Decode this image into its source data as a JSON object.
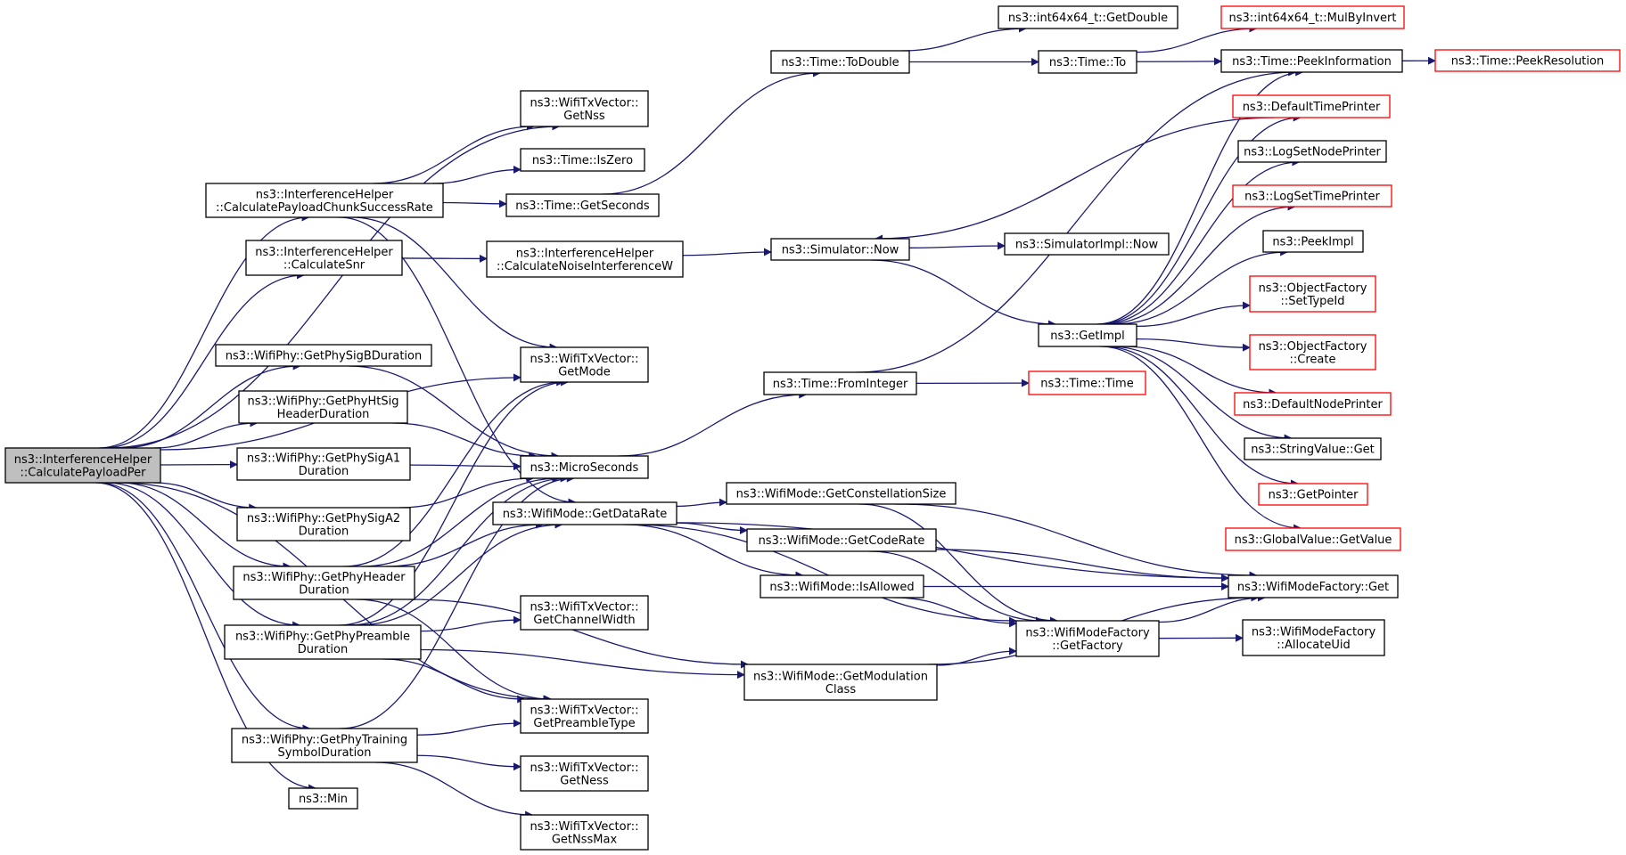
{
  "colors": {
    "edge": "#191970",
    "border_normal": "#000000",
    "border_truncated": "#ff0000",
    "root_fill": "#bfbfbf",
    "fill": "#ffffff"
  },
  "nodes": {
    "root": {
      "lines": [
        "ns3::InterferenceHelper",
        "::CalculatePayloadPer"
      ],
      "style": "root"
    },
    "calcChunk": {
      "lines": [
        "ns3::InterferenceHelper",
        "::CalculatePayloadChunkSuccessRate"
      ],
      "style": "normal"
    },
    "calcSnr": {
      "lines": [
        "ns3::InterferenceHelper",
        "::CalculateSnr"
      ],
      "style": "normal"
    },
    "sigB": {
      "lines": [
        "ns3::WifiPhy::GetPhySigBDuration"
      ],
      "style": "normal"
    },
    "htSig": {
      "lines": [
        "ns3::WifiPhy::GetPhyHtSig",
        "HeaderDuration"
      ],
      "style": "normal"
    },
    "sigA1": {
      "lines": [
        "ns3::WifiPhy::GetPhySigA1",
        "Duration"
      ],
      "style": "normal"
    },
    "sigA2": {
      "lines": [
        "ns3::WifiPhy::GetPhySigA2",
        "Duration"
      ],
      "style": "normal"
    },
    "hdr": {
      "lines": [
        "ns3::WifiPhy::GetPhyHeader",
        "Duration"
      ],
      "style": "normal"
    },
    "pre": {
      "lines": [
        "ns3::WifiPhy::GetPhyPreamble",
        "Duration"
      ],
      "style": "normal"
    },
    "train": {
      "lines": [
        "ns3::WifiPhy::GetPhyTraining",
        "SymbolDuration"
      ],
      "style": "normal"
    },
    "min": {
      "lines": [
        "ns3::Min"
      ],
      "style": "normal"
    },
    "nss": {
      "lines": [
        "ns3::WifiTxVector::",
        "GetNss"
      ],
      "style": "normal"
    },
    "isZero": {
      "lines": [
        "ns3::Time::IsZero"
      ],
      "style": "normal"
    },
    "getSec": {
      "lines": [
        "ns3::Time::GetSeconds"
      ],
      "style": "normal"
    },
    "noise": {
      "lines": [
        "ns3::InterferenceHelper",
        "::CalculateNoiseInterferenceW"
      ],
      "style": "normal"
    },
    "getMode": {
      "lines": [
        "ns3::WifiTxVector::",
        "GetMode"
      ],
      "style": "normal"
    },
    "micro": {
      "lines": [
        "ns3::MicroSeconds"
      ],
      "style": "normal"
    },
    "dataRate": {
      "lines": [
        "ns3::WifiMode::GetDataRate"
      ],
      "style": "normal"
    },
    "chWidth": {
      "lines": [
        "ns3::WifiTxVector::",
        "GetChannelWidth"
      ],
      "style": "normal"
    },
    "preType": {
      "lines": [
        "ns3::WifiTxVector::",
        "GetPreambleType"
      ],
      "style": "normal"
    },
    "ness": {
      "lines": [
        "ns3::WifiTxVector::",
        "GetNess"
      ],
      "style": "normal"
    },
    "nssMax": {
      "lines": [
        "ns3::WifiTxVector::",
        "GetNssMax"
      ],
      "style": "normal"
    },
    "toDouble": {
      "lines": [
        "ns3::Time::ToDouble"
      ],
      "style": "normal"
    },
    "now": {
      "lines": [
        "ns3::Simulator::Now"
      ],
      "style": "normal"
    },
    "fromInt": {
      "lines": [
        "ns3::Time::FromInteger"
      ],
      "style": "normal"
    },
    "constSize": {
      "lines": [
        "ns3::WifiMode::GetConstellationSize"
      ],
      "style": "normal"
    },
    "codeRate": {
      "lines": [
        "ns3::WifiMode::GetCodeRate"
      ],
      "style": "normal"
    },
    "isAllowed": {
      "lines": [
        "ns3::WifiMode::IsAllowed"
      ],
      "style": "normal"
    },
    "modClass": {
      "lines": [
        "ns3::WifiMode::GetModulation",
        "Class"
      ],
      "style": "normal"
    },
    "getDouble": {
      "lines": [
        "ns3::int64x64_t::GetDouble"
      ],
      "style": "normal"
    },
    "timeTo": {
      "lines": [
        "ns3::Time::To"
      ],
      "style": "normal"
    },
    "simImplNow": {
      "lines": [
        "ns3::SimulatorImpl::Now"
      ],
      "style": "normal"
    },
    "getImpl": {
      "lines": [
        "ns3::GetImpl"
      ],
      "style": "normal"
    },
    "timeTime": {
      "lines": [
        "ns3::Time::Time"
      ],
      "style": "truncated"
    },
    "factory": {
      "lines": [
        "ns3::WifiModeFactory",
        "::GetFactory"
      ],
      "style": "normal"
    },
    "mulBy": {
      "lines": [
        "ns3::int64x64_t::MulByInvert"
      ],
      "style": "truncated"
    },
    "peekInfo": {
      "lines": [
        "ns3::Time::PeekInformation"
      ],
      "style": "normal"
    },
    "defTime": {
      "lines": [
        "ns3::DefaultTimePrinter"
      ],
      "style": "truncated"
    },
    "logNode": {
      "lines": [
        "ns3::LogSetNodePrinter"
      ],
      "style": "normal"
    },
    "logTime": {
      "lines": [
        "ns3::LogSetTimePrinter"
      ],
      "style": "truncated"
    },
    "peekImpl": {
      "lines": [
        "ns3::PeekImpl"
      ],
      "style": "normal"
    },
    "objSet": {
      "lines": [
        "ns3::ObjectFactory",
        "::SetTypeId"
      ],
      "style": "truncated"
    },
    "objCreate": {
      "lines": [
        "ns3::ObjectFactory",
        "::Create"
      ],
      "style": "truncated"
    },
    "defNode": {
      "lines": [
        "ns3::DefaultNodePrinter"
      ],
      "style": "truncated"
    },
    "strGet": {
      "lines": [
        "ns3::StringValue::Get"
      ],
      "style": "normal"
    },
    "getPtr": {
      "lines": [
        "ns3::GetPointer"
      ],
      "style": "truncated"
    },
    "gvGet": {
      "lines": [
        "ns3::GlobalValue::GetValue"
      ],
      "style": "truncated"
    },
    "wmfGet": {
      "lines": [
        "ns3::WifiModeFactory::Get"
      ],
      "style": "normal"
    },
    "allocUid": {
      "lines": [
        "ns3::WifiModeFactory",
        "::AllocateUid"
      ],
      "style": "normal"
    },
    "peekRes": {
      "lines": [
        "ns3::Time::PeekResolution"
      ],
      "style": "truncated"
    }
  },
  "edges": [
    [
      "root",
      "calcChunk"
    ],
    [
      "root",
      "calcSnr"
    ],
    [
      "root",
      "sigB"
    ],
    [
      "root",
      "htSig"
    ],
    [
      "root",
      "sigA1"
    ],
    [
      "root",
      "sigA2"
    ],
    [
      "root",
      "hdr"
    ],
    [
      "root",
      "pre"
    ],
    [
      "root",
      "train"
    ],
    [
      "root",
      "min"
    ],
    [
      "root",
      "nss"
    ],
    [
      "root",
      "getMode"
    ],
    [
      "root",
      "preType"
    ],
    [
      "calcChunk",
      "nss"
    ],
    [
      "calcChunk",
      "isZero"
    ],
    [
      "calcChunk",
      "getSec"
    ],
    [
      "calcChunk",
      "getMode"
    ],
    [
      "calcChunk",
      "dataRate"
    ],
    [
      "calcSnr",
      "noise"
    ],
    [
      "noise",
      "now"
    ],
    [
      "getSec",
      "toDouble"
    ],
    [
      "toDouble",
      "getDouble"
    ],
    [
      "toDouble",
      "timeTo"
    ],
    [
      "timeTo",
      "mulBy"
    ],
    [
      "timeTo",
      "peekInfo"
    ],
    [
      "peekInfo",
      "peekRes"
    ],
    [
      "now",
      "simImplNow"
    ],
    [
      "now",
      "getImpl"
    ],
    [
      "defTime",
      "now"
    ],
    [
      "getImpl",
      "peekInfo"
    ],
    [
      "getImpl",
      "defTime"
    ],
    [
      "getImpl",
      "logNode"
    ],
    [
      "getImpl",
      "logTime"
    ],
    [
      "getImpl",
      "peekImpl"
    ],
    [
      "getImpl",
      "objSet"
    ],
    [
      "getImpl",
      "objCreate"
    ],
    [
      "getImpl",
      "defNode"
    ],
    [
      "getImpl",
      "strGet"
    ],
    [
      "getImpl",
      "getPtr"
    ],
    [
      "getImpl",
      "gvGet"
    ],
    [
      "sigB",
      "micro"
    ],
    [
      "htSig",
      "micro"
    ],
    [
      "sigA1",
      "micro"
    ],
    [
      "sigA2",
      "micro"
    ],
    [
      "hdr",
      "micro"
    ],
    [
      "hdr",
      "getMode"
    ],
    [
      "hdr",
      "dataRate"
    ],
    [
      "hdr",
      "preType"
    ],
    [
      "hdr",
      "modClass"
    ],
    [
      "pre",
      "micro"
    ],
    [
      "pre",
      "getMode"
    ],
    [
      "pre",
      "dataRate"
    ],
    [
      "pre",
      "chWidth"
    ],
    [
      "pre",
      "preType"
    ],
    [
      "pre",
      "modClass"
    ],
    [
      "train",
      "micro"
    ],
    [
      "train",
      "preType"
    ],
    [
      "train",
      "ness"
    ],
    [
      "train",
      "nssMax"
    ],
    [
      "micro",
      "fromInt"
    ],
    [
      "fromInt",
      "timeTime"
    ],
    [
      "fromInt",
      "peekInfo"
    ],
    [
      "dataRate",
      "constSize"
    ],
    [
      "dataRate",
      "codeRate"
    ],
    [
      "dataRate",
      "isAllowed"
    ],
    [
      "dataRate",
      "factory"
    ],
    [
      "dataRate",
      "wmfGet"
    ],
    [
      "constSize",
      "factory"
    ],
    [
      "constSize",
      "wmfGet"
    ],
    [
      "codeRate",
      "factory"
    ],
    [
      "codeRate",
      "wmfGet"
    ],
    [
      "isAllowed",
      "factory"
    ],
    [
      "isAllowed",
      "wmfGet"
    ],
    [
      "modClass",
      "factory"
    ],
    [
      "modClass",
      "wmfGet"
    ],
    [
      "factory",
      "wmfGet"
    ],
    [
      "factory",
      "allocUid"
    ]
  ]
}
